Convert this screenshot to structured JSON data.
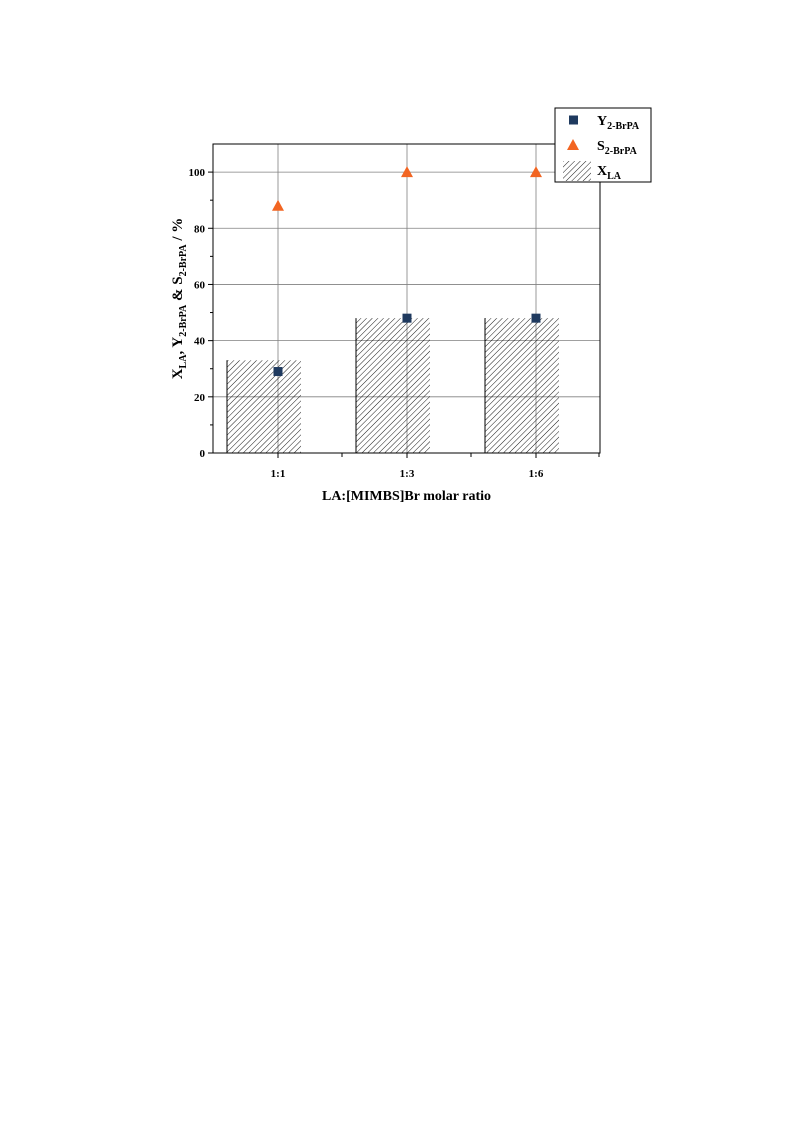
{
  "chart_data": {
    "type": "bar",
    "categories": [
      "1:1",
      "1:3",
      "1:6"
    ],
    "xlabel": "LA:[MIMBS]Br molar ratio",
    "ylabel": {
      "parts": [
        {
          "t": "X",
          "sub": "LA"
        },
        {
          "t": ", Y",
          "sub": "2-BrPA"
        },
        {
          "t": " & S",
          "sub": "2-BrPA"
        },
        {
          "t": " / %",
          "sub": ""
        }
      ]
    },
    "ylim": [
      0,
      110
    ],
    "yticks": [
      0,
      20,
      40,
      60,
      80,
      100
    ],
    "grid": true,
    "legend_position": "top-right",
    "series": [
      {
        "key": "X",
        "name_main": "X",
        "name_sub": "LA",
        "kind": "hatched-bar",
        "values": [
          33,
          48,
          48
        ],
        "color": "#000000"
      },
      {
        "key": "Y",
        "name_main": "Y",
        "name_sub": "2-BrPA",
        "kind": "square-marker",
        "values": [
          29,
          48,
          48
        ],
        "color": "#1f3a5f"
      },
      {
        "key": "S",
        "name_main": "S",
        "name_sub": "2-BrPA",
        "kind": "triangle-marker",
        "values": [
          88,
          100,
          100
        ],
        "color": "#f26522"
      }
    ]
  }
}
